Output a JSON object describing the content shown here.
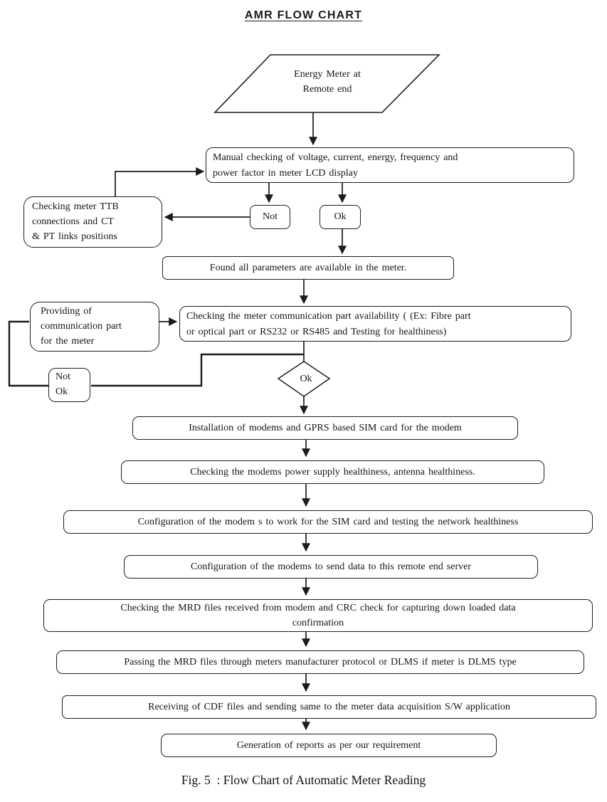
{
  "flowchart": {
    "title": "AMR FLOW CHART",
    "caption": "Fig. 5  : Flow Chart of Automatic Meter Reading",
    "colors": {
      "ink": "#1b1b1b",
      "background": "#ffffff"
    },
    "nodes": {
      "start": {
        "shape": "parallelogram",
        "label": "Energy Meter at\nRemote end"
      },
      "manual_check": {
        "shape": "rounded-rect",
        "label": "Manual checking of voltage, current, energy, frequency and\npower factor in meter LCD display"
      },
      "not": {
        "shape": "rounded-rect",
        "label": "Not"
      },
      "ok": {
        "shape": "rounded-rect",
        "label": "Ok"
      },
      "ttb_check": {
        "shape": "rounded-rect",
        "label": "Checking meter TTB\nconnections and CT\n& PT links positions"
      },
      "found_params": {
        "shape": "rounded-rect",
        "label": "Found all parameters are available in the meter."
      },
      "providing_comm": {
        "shape": "rounded-rect",
        "label": "Providing of\ncommunication part\nfor the meter"
      },
      "comm_check": {
        "shape": "rounded-rect",
        "label": "Checking the meter communication part availability ( (Ex: Fibre part\nor optical part or RS232 or RS485 and Testing for healthiness)"
      },
      "not_ok": {
        "shape": "rounded-rect",
        "label": "Not\nOk"
      },
      "ok_decision": {
        "shape": "diamond",
        "label": "Ok"
      },
      "install_modems": {
        "shape": "rounded-rect",
        "label": "Installation of modems and GPRS based SIM card for the modem"
      },
      "modem_power": {
        "shape": "rounded-rect",
        "label": "Checking the modems power supply healthiness, antenna healthiness."
      },
      "config_sim": {
        "shape": "rounded-rect",
        "label": "Configuration of the modem s to work for the SIM card and testing the network healthiness"
      },
      "config_send": {
        "shape": "rounded-rect",
        "label": "Configuration of the modems to send data to this remote end server"
      },
      "mrd_check": {
        "shape": "rounded-rect",
        "label": "Checking the MRD files received from modem and CRC check for capturing down loaded data\nconfirmation"
      },
      "passing_mrd": {
        "shape": "rounded-rect",
        "label": "Passing the MRD files through meters manufacturer protocol or DLMS if meter is DLMS type"
      },
      "receiving_cdf": {
        "shape": "rounded-rect",
        "label": "Receiving of CDF files and sending same to the meter data acquisition S/W application"
      },
      "generate_reports": {
        "shape": "rounded-rect",
        "label": "Generation of reports as per our requirement"
      }
    },
    "edges": [
      {
        "from": "start",
        "to": "manual_check"
      },
      {
        "from": "manual_check",
        "to": "not"
      },
      {
        "from": "manual_check",
        "to": "ok"
      },
      {
        "from": "not",
        "to": "ttb_check"
      },
      {
        "from": "ttb_check",
        "to": "manual_check"
      },
      {
        "from": "ok",
        "to": "found_params"
      },
      {
        "from": "found_params",
        "to": "comm_check"
      },
      {
        "from": "comm_check",
        "to": "ok_decision"
      },
      {
        "from": "comm_check",
        "to": "not_ok"
      },
      {
        "from": "not_ok",
        "to": "providing_comm"
      },
      {
        "from": "providing_comm",
        "to": "comm_check"
      },
      {
        "from": "ok_decision",
        "to": "install_modems"
      },
      {
        "from": "install_modems",
        "to": "modem_power"
      },
      {
        "from": "modem_power",
        "to": "config_sim"
      },
      {
        "from": "config_sim",
        "to": "config_send"
      },
      {
        "from": "config_send",
        "to": "mrd_check"
      },
      {
        "from": "mrd_check",
        "to": "passing_mrd"
      },
      {
        "from": "passing_mrd",
        "to": "receiving_cdf"
      },
      {
        "from": "receiving_cdf",
        "to": "generate_reports"
      }
    ]
  }
}
